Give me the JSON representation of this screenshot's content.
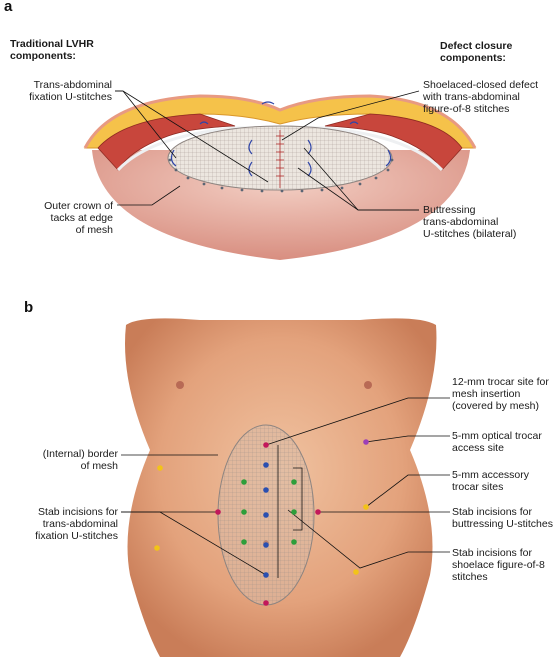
{
  "panel_a": {
    "letter": "a",
    "header_left": [
      "Traditional LVHR",
      "components:"
    ],
    "header_right": [
      "Defect closure",
      "components:"
    ],
    "labels": {
      "trans_abdominal_u": [
        "Trans-abdominal",
        "fixation U-stitches"
      ],
      "outer_crown": [
        "Outer crown of",
        "tacks at edge",
        "of mesh"
      ],
      "shoelaced": [
        "Shoelaced-closed defect",
        "with trans-abdominal",
        "figure-of-8 stitches"
      ],
      "buttressing": [
        "Buttressing",
        "trans-abdominal",
        "U-stitches (bilateral)"
      ]
    }
  },
  "panel_b": {
    "letter": "b",
    "labels": {
      "trocar_12mm": [
        "12-mm trocar site for",
        "mesh insertion",
        "(covered by mesh)"
      ],
      "optical_5mm": [
        "5-mm optical trocar",
        "access site"
      ],
      "accessory_5mm": [
        "5-mm accessory",
        "trocar sites"
      ],
      "internal_border": [
        "(Internal) border",
        "of mesh"
      ],
      "stab_fixation": [
        "Stab incisions for",
        "trans-abdominal",
        "fixation U-stitches"
      ],
      "stab_buttressing": [
        "Stab incisions for",
        "buttressing U-stitches"
      ],
      "stab_shoelace": [
        "Stab incisions for",
        "shoelace figure-of-8",
        "stitches"
      ]
    },
    "dot_colors": {
      "fixation": "#c2185b",
      "buttressing": "#2e9e3a",
      "shoelace": "#2a4fb0",
      "optical": "#9c3fb8",
      "accessory": "#f2c318"
    }
  }
}
